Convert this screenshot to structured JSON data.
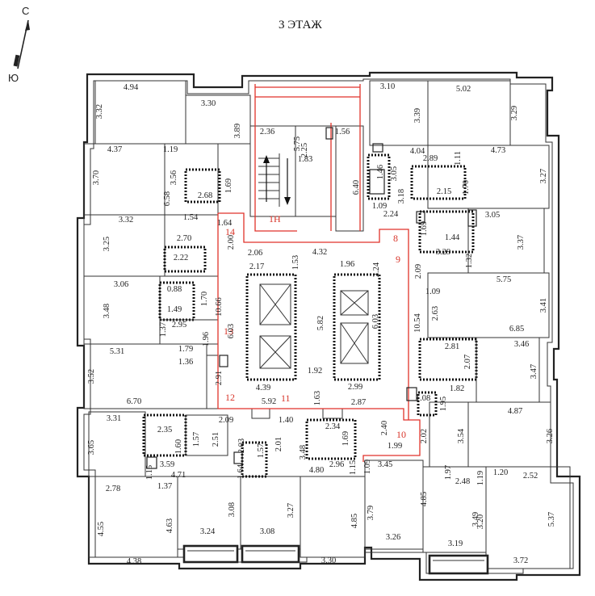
{
  "title": "3 ЭТАЖ",
  "compass": {
    "north": "С",
    "south": "Ю"
  },
  "zones": [
    {
      "id": "1H",
      "label": "1Н"
    },
    {
      "id": "8",
      "label": "8"
    },
    {
      "id": "9",
      "label": "9"
    },
    {
      "id": "10",
      "label": "10"
    },
    {
      "id": "11",
      "label": "11"
    },
    {
      "id": "12",
      "label": "12"
    },
    {
      "id": "13",
      "label": "13"
    },
    {
      "id": "14",
      "label": "14"
    }
  ],
  "dims": [
    "4.94",
    "3.32",
    "3.30",
    "3.89",
    "4.37",
    "1.19",
    "3.70",
    "3.56",
    "6.58",
    "2.68",
    "1.69",
    "3.32",
    "1.54",
    "2.70",
    "3.25",
    "2.22",
    "3.06",
    "0.88",
    "1.70",
    "3.48",
    "1.49",
    "2.95",
    "1.37",
    "1.96",
    "10.66",
    "6.03",
    "1.79",
    "5.31",
    "1.36",
    "3.52",
    "2.91",
    "6.70",
    "2.36",
    "5.75",
    "1.56",
    "2.25",
    "1.83",
    "6.40",
    "1.64",
    "2.00",
    "2.06",
    "1.53",
    "4.32",
    "1.96",
    "2.24",
    "2.17",
    "5.82",
    "6.03",
    "3.10",
    "5.02",
    "3.39",
    "3.29",
    "4.04",
    "2.89",
    "1.11",
    "4.73",
    "1.46",
    "3.05",
    "3.18",
    "2.15",
    "1.70",
    "3.27",
    "1.09",
    "2.24",
    "1.69",
    "3.05",
    "1.44",
    "3.37",
    "3.29",
    "1.32",
    "2.09",
    "1.09",
    "5.75",
    "2.63",
    "3.41",
    "10.54",
    "6.85",
    "2.81",
    "2.07",
    "3.46",
    "1.82",
    "3.47",
    "4.39",
    "1.92",
    "2.99",
    "1.63",
    "2.87",
    "5.92",
    "1.40",
    "1.08",
    "1.95",
    "4.87",
    "3.31",
    "2.35",
    "1.57",
    "2.51",
    "1.60",
    "2.09",
    "2.03",
    "2.01",
    "2.34",
    "1.69",
    "2.40",
    "1.99",
    "2.02",
    "3.54",
    "3.26",
    "3.65",
    "1.57",
    "3.48",
    "3.59",
    "1.15",
    "1.64",
    "2.96",
    "1.09",
    "1.15",
    "3.45",
    "4.71",
    "1.37",
    "4.80",
    "1.97",
    "1.20",
    "2.52",
    "2.48",
    "1.19",
    "2.78",
    "4.55",
    "4.63",
    "3.08",
    "3.27",
    "4.85",
    "3.79",
    "4.85",
    "3.49",
    "5.37",
    "3.20",
    "3.24",
    "3.08",
    "3.26",
    "3.19",
    "4.38",
    "3.30",
    "3.72"
  ]
}
